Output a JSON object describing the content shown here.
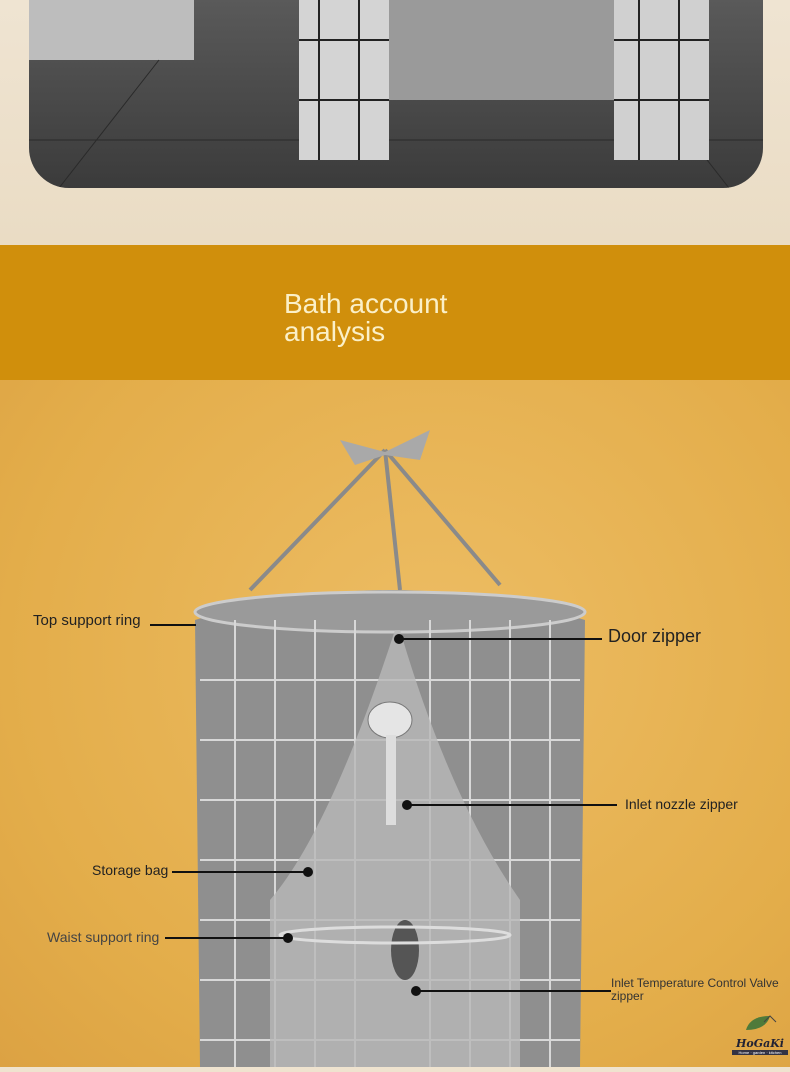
{
  "banner": {
    "title_line1": "Bath account",
    "title_line2": "analysis"
  },
  "callouts": {
    "top_support_ring": "Top support ring",
    "door_zipper": "Door zipper",
    "inlet_nozzle_zipper": "Inlet nozzle zipper",
    "storage_bag": "Storage bag",
    "waist_support_ring": "Waist support ring",
    "inlet_temp_valve_zipper_l1": "Inlet Temperature Control Valve",
    "inlet_temp_valve_zipper_l2": "zipper"
  },
  "logo": {
    "name": "HoGaKi",
    "tagline": "Home · garden · kitchen"
  }
}
